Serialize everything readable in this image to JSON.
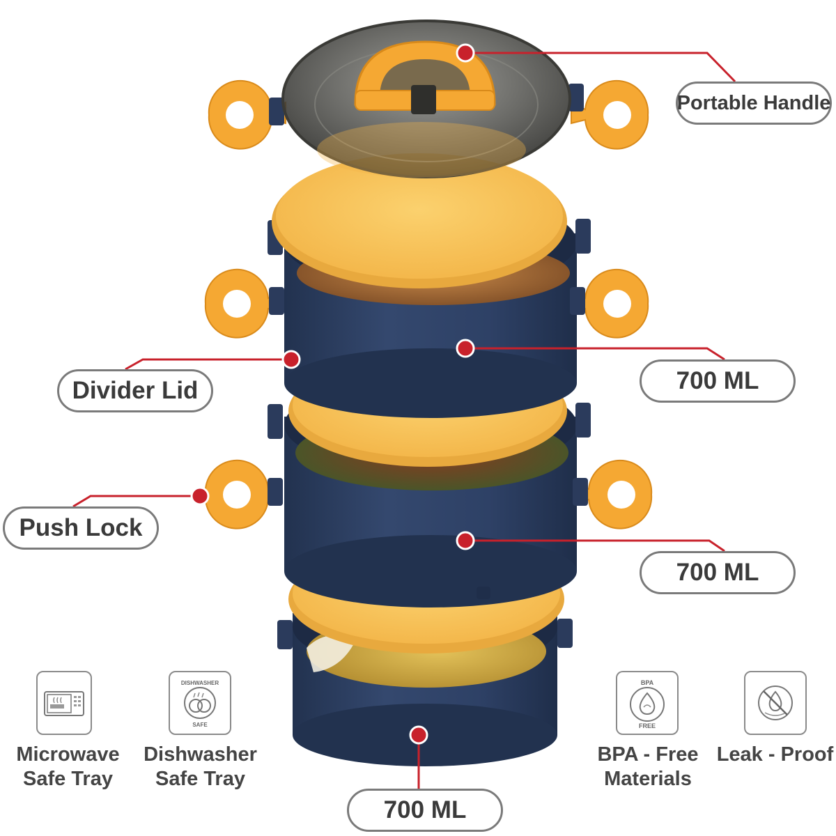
{
  "callouts": {
    "portable_handle": "Portable Handle",
    "divider_lid": "Divider Lid",
    "push_lock": "Push Lock",
    "capacity_1": "700 ML",
    "capacity_2": "700 ML",
    "capacity_3": "700 ML"
  },
  "features": [
    {
      "icon": "microwave-icon",
      "label": "Microwave\nSafe Tray"
    },
    {
      "icon": "dishwasher-icon",
      "label": "Dishwasher\nSafe Tray",
      "icon_text_top": "DISHWASHER",
      "icon_text_bottom": "SAFE"
    },
    {
      "icon": "bpa-free-icon",
      "label": "BPA - Free\nMaterials",
      "icon_text_top": "BPA",
      "icon_text_bottom": "FREE"
    },
    {
      "icon": "leak-proof-icon",
      "label": "Leak - Proof"
    }
  ],
  "colors": {
    "container_blue": "#2f4266",
    "lid_yellow": "#f8c25a",
    "handle_orange": "#f5a833",
    "callout_red": "#c8212b",
    "callout_border": "#7a7a7a"
  }
}
